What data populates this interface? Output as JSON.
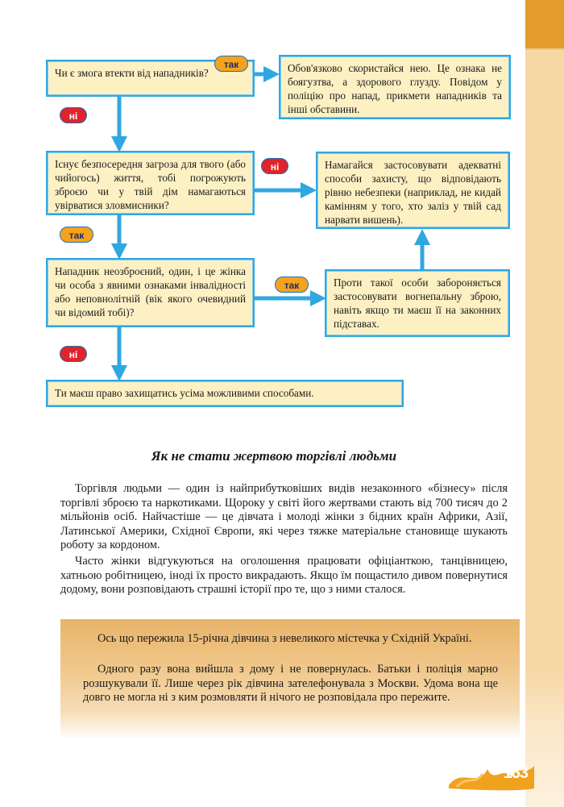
{
  "flowchart": {
    "q1": "Чи є змога втекти від нападників?",
    "a1": "Обов'язково скористайся нею. Це ознака не боягузтва, а здорового глузду. Повідом у поліцію про напад, прикмети нападників та інші обставини.",
    "q2": "Існує безпосередня загроза для твого (або чийогось) життя, тобі погрожують зброєю чи у твій дім намагаються увірватися зловмисники?",
    "a2": "Намагайся застосовувати адекватні способи захисту, що відповідають рівню небезпеки (наприклад, не кидай камінням у того, хто заліз у твій сад нарвати вишень).",
    "q3": "Нападник неозброєний, один, і це жінка чи особа з явними ознаками інвалідності або неповнолітній (вік якого очевидний чи відомий тобі)?",
    "a3": "Проти такої особи забороняється застосовувати вогнепальну зброю, навіть якщо ти маєш її на законних підставах.",
    "final": "Ти маєш право захищатись усіма можливими способами.",
    "yes": "так",
    "no": "ні"
  },
  "section": {
    "title": "Як не стати жертвою торгівлі людьми",
    "p1": "Торгівля людьми — один із найприбутковіших видів незаконного «бізнесу» після торгівлі зброєю та наркотиками. Щороку у світі його жертвами стають від 700 тисяч до 2 мільйонів осіб. Найчастіше — це дівчата і молоді жінки з бідних країн Африки, Азії, Латинської Америки, Східної Європи, які через тяжке матеріальне становище шукають роботу за кордоном.",
    "p2": "Часто жінки відгукуються на оголошення працювати офіціанткою, танцівницею, хатньою робітницею, іноді їх просто викрадають. Якщо їм пощастило дивом повернутися додому, вони розповідають страшні історії про те, що з ними сталося."
  },
  "story": {
    "p1": "Ось що пережила 15-річна дівчина з невеликого містечка у Східній Україні.",
    "p2": "Одного разу вона вийшла з дому і не повернулась. Батьки і поліція марно розшукували її. Лише через рік дівчина зателефонувала з Москви. Удома вона ще довго не могла ні з ким розмовляти й нічого не розповідала про пережите."
  },
  "page_number": "163",
  "colors": {
    "box_border": "#2fa7e1",
    "box_fill": "#fdf1c4",
    "yes": "#f6a21c",
    "no": "#e0242b",
    "accent": "#e49c2c"
  }
}
